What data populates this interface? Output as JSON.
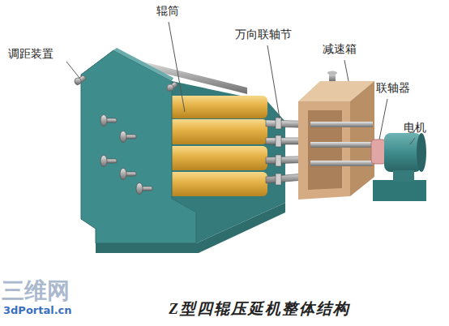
{
  "diagram": {
    "caption": "Z型四辊压延机整体结构",
    "labels": [
      "调距装置",
      "辊筒",
      "万向联轴节",
      "减速箱",
      "联轴器",
      "电机",
      "三维网",
      "3dPortal.cn"
    ]
  }
}
